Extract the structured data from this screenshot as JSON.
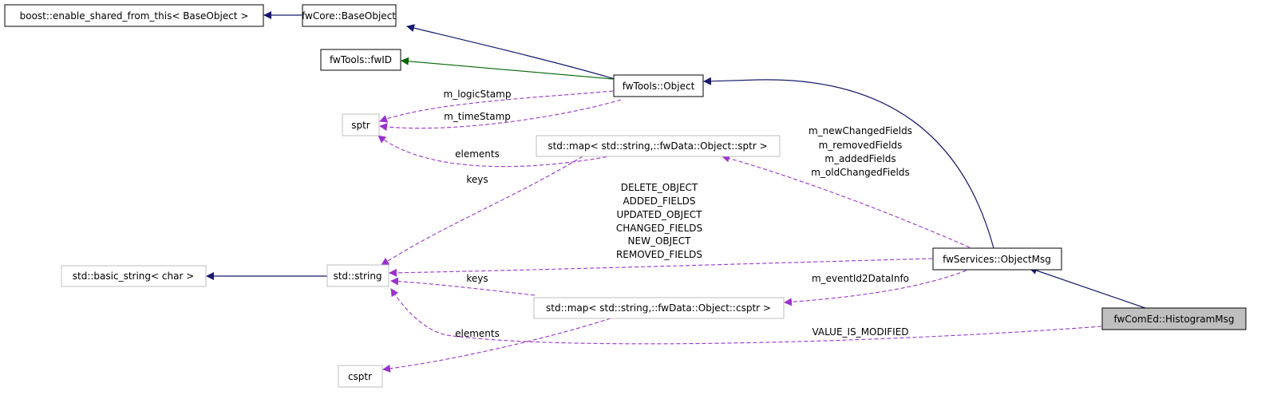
{
  "nodes": {
    "boost_efst": "boost::enable_shared_from_this< BaseObject >",
    "base_object": "fwCore::BaseObject",
    "fwid": "fwTools::fwID",
    "fwtools_object": "fwTools::Object",
    "sptr": "sptr",
    "map_sptr": "std::map< std::string,::fwData::Object::sptr >",
    "basic_string": "std::basic_string< char >",
    "std_string": "std::string",
    "object_msg": "fwServices::ObjectMsg",
    "map_csptr": "std::map< std::string,::fwData::Object::csptr >",
    "histogram_msg": "fwComEd::HistogramMsg",
    "csptr": "csptr"
  },
  "edge_labels": {
    "logic_stamp": "m_logicStamp",
    "time_stamp": "m_timeStamp",
    "map_sptr_elements": "elements",
    "map_sptr_keys": "keys",
    "fields": [
      "m_newChangedFields",
      "m_removedFields",
      "m_addedFields",
      "m_oldChangedFields"
    ],
    "event_strings": [
      "DELETE_OBJECT",
      "ADDED_FIELDS",
      "UPDATED_OBJECT",
      "CHANGED_FIELDS",
      "NEW_OBJECT",
      "REMOVED_FIELDS"
    ],
    "map_csptr_keys": "keys",
    "event_id": "m_eventId2DataInfo",
    "map_csptr_elements": "elements",
    "value_modified": "VALUE_IS_MODIFIED"
  },
  "colors": {
    "inherit": "#191970",
    "inherit_green": "#006400",
    "usage": "#9a32cd",
    "gray_border": "#bfbfbf",
    "selected_fill": "#bfbfbf"
  }
}
